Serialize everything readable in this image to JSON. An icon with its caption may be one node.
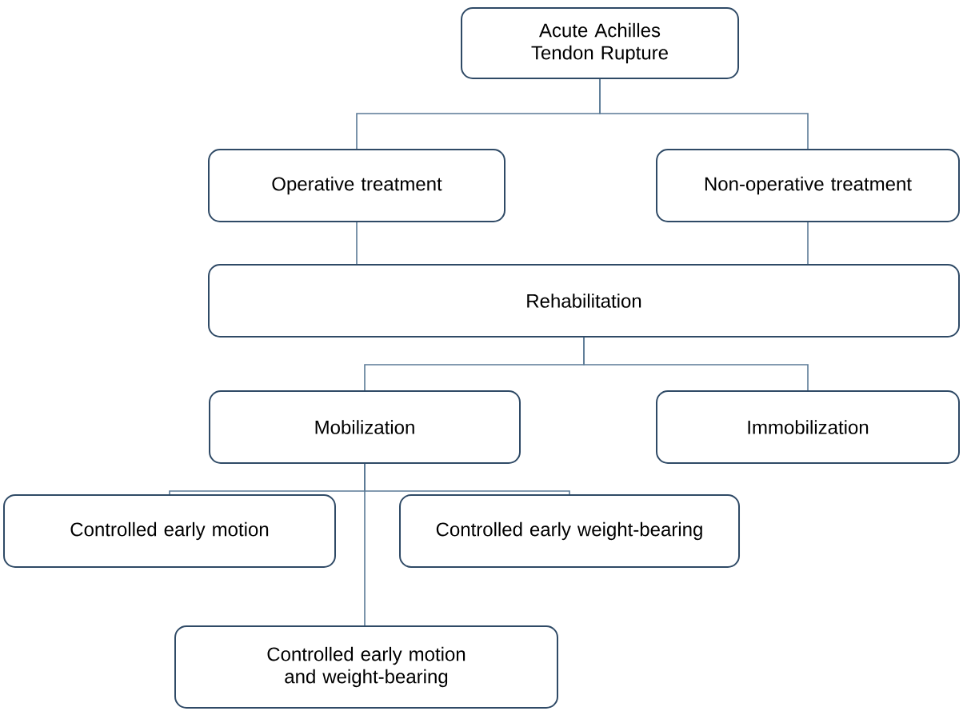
{
  "diagram": {
    "nodes": [
      {
        "text": [
          "Acute Achilles Tendon Rupture"
        ]
      },
      {
        "text": [
          "Operative treatment"
        ]
      },
      {
        "text": [
          "Non-operative treatment"
        ]
      },
      {
        "text": [
          "Rehabilitation"
        ]
      },
      {
        "text": [
          "Mobilization"
        ]
      },
      {
        "text": [
          "Immobilization"
        ]
      },
      {
        "text": [
          "Controlled early motion"
        ]
      },
      {
        "text": [
          "Controlled early weight-bearing"
        ]
      },
      {
        "text": [
          "Controlled early motion and weight-bearing"
        ]
      }
    ],
    "edges": [
      {
        "from": 0,
        "to": 1,
        "arrow": "none"
      },
      {
        "from": 0,
        "to": 2,
        "arrow": "none"
      },
      {
        "from": 1,
        "to": 3,
        "arrow": "none"
      },
      {
        "from": 2,
        "to": 3,
        "arrow": "none"
      },
      {
        "from": 3,
        "to": 4,
        "arrow": "none"
      },
      {
        "from": 3,
        "to": 5,
        "arrow": "none"
      },
      {
        "from": 4,
        "to": 6,
        "arrow": "none"
      },
      {
        "from": 4,
        "to": 7,
        "arrow": "none"
      },
      {
        "from": 4,
        "to": 8,
        "arrow": "none"
      }
    ]
  }
}
